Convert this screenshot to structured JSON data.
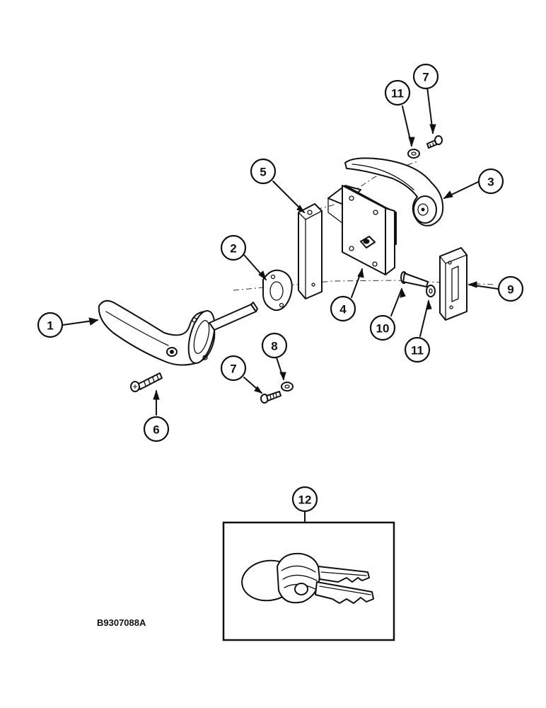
{
  "callouts": {
    "c1": "1",
    "c2": "2",
    "c3": "3",
    "c4": "4",
    "c5": "5",
    "c6": "6",
    "c7a": "7",
    "c7b": "7",
    "c8": "8",
    "c9": "9",
    "c10": "10",
    "c11a": "11",
    "c11b": "11",
    "c12": "12"
  },
  "reference_code": "B9307088A"
}
